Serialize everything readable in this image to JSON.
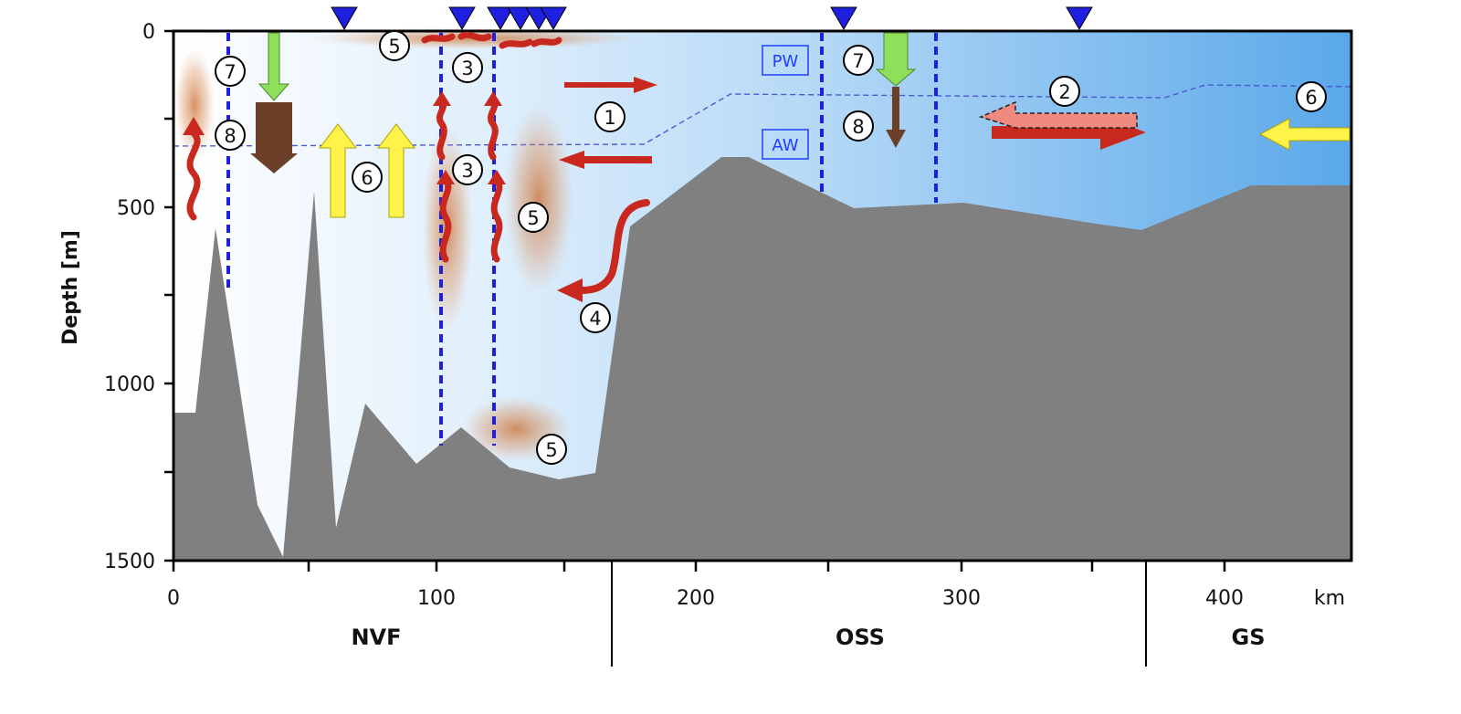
{
  "axes": {
    "y_title": "Depth [m]",
    "y_ticks": [
      "0",
      "500",
      "1000",
      "1500"
    ],
    "x_ticks": [
      "0",
      "100",
      "200",
      "300",
      "400"
    ],
    "x_unit": "km"
  },
  "regions": [
    "NVF",
    "OSS",
    "GS"
  ],
  "water_masses": {
    "pw": "PW",
    "aw": "AW"
  },
  "markers": {
    "m1": "1",
    "m2": "2",
    "m3a": "3",
    "m3b": "3",
    "m4": "4",
    "m5a": "5",
    "m5b": "5",
    "m5c": "5",
    "m6a": "6",
    "m6b": "6",
    "m7a": "7",
    "m7b": "7",
    "m8a": "8",
    "m8b": "8"
  },
  "colors": {
    "water_deep": "#5aa8ea",
    "bathymetry": "#808080",
    "profile_line": "#1f1fe0",
    "red_arrow": "#c8281e",
    "pink_arrow": "#f08a80",
    "brown_arrow": "#6b3f28",
    "green_arrow": "#8ee05a",
    "yellow_arrow": "#fff34a"
  },
  "icons": {
    "station": "triangle-down-icon"
  }
}
